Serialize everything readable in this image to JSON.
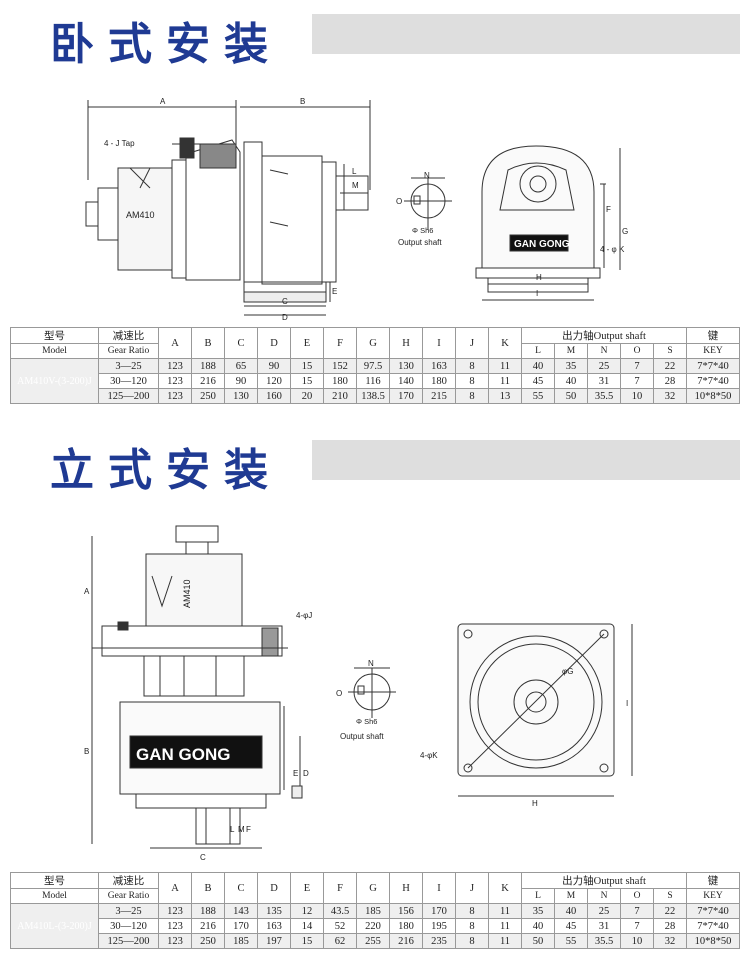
{
  "section1": {
    "title": "卧式安装"
  },
  "section2": {
    "title": "立式安装"
  },
  "drawing1": {
    "body_label": "AM410",
    "tap_label": "4 - J Tap",
    "shaft_caption": "Output shaft",
    "shaft_fit": "Φ Sh6",
    "foot_hole": "4 - φ K",
    "brand": "GAN GONG",
    "dims": [
      "A",
      "B",
      "C",
      "D",
      "E",
      "F",
      "G",
      "H",
      "I",
      "L",
      "M",
      "N",
      "O"
    ]
  },
  "drawing2": {
    "body_label": "AM410",
    "flange_hole": "4-φJ",
    "shaft_caption": "Output shaft",
    "shaft_fit": "Φ Sh6",
    "corner_hole": "4-φK",
    "pcd_label": "φG",
    "brand": "GAN GONG",
    "dims": [
      "A",
      "B",
      "C",
      "D",
      "E",
      "F",
      "H",
      "I",
      "L",
      "M",
      "N",
      "O"
    ]
  },
  "table1": {
    "model_label": "型号",
    "model_label_en": "Model",
    "ratio_label": "减速比",
    "ratio_label_en": "Gear Ratio",
    "columns": [
      "A",
      "B",
      "C",
      "D",
      "E",
      "F",
      "G",
      "H",
      "I",
      "J",
      "K"
    ],
    "shaft_label": "出力轴Output shaft",
    "shaft_columns": [
      "L",
      "M",
      "N",
      "O",
      "S"
    ],
    "key_label": "键",
    "key_label_en": "KEY",
    "model": "AM410V-(3-200)J",
    "rows": [
      [
        "3—25",
        "123",
        "188",
        "65",
        "90",
        "15",
        "152",
        "97.5",
        "130",
        "163",
        "8",
        "11",
        "40",
        "35",
        "25",
        "7",
        "22",
        "7*7*40"
      ],
      [
        "30—120",
        "123",
        "216",
        "90",
        "120",
        "15",
        "180",
        "116",
        "140",
        "180",
        "8",
        "11",
        "45",
        "40",
        "31",
        "7",
        "28",
        "7*7*40"
      ],
      [
        "125—200",
        "123",
        "250",
        "130",
        "160",
        "20",
        "210",
        "138.5",
        "170",
        "215",
        "8",
        "13",
        "55",
        "50",
        "35.5",
        "10",
        "32",
        "10*8*50"
      ]
    ]
  },
  "table2": {
    "model_label": "型号",
    "model_label_en": "Model",
    "ratio_label": "减速比",
    "ratio_label_en": "Gear Ratio",
    "columns": [
      "A",
      "B",
      "C",
      "D",
      "E",
      "F",
      "G",
      "H",
      "I",
      "J",
      "K"
    ],
    "shaft_label": "出力轴Output shaft",
    "shaft_columns": [
      "L",
      "M",
      "N",
      "O",
      "S"
    ],
    "key_label": "键",
    "key_label_en": "KEY",
    "model": "AM410L-(3-200)J",
    "rows": [
      [
        "3—25",
        "123",
        "188",
        "143",
        "135",
        "12",
        "43.5",
        "185",
        "156",
        "170",
        "8",
        "11",
        "35",
        "40",
        "25",
        "7",
        "22",
        "7*7*40"
      ],
      [
        "30—120",
        "123",
        "216",
        "170",
        "163",
        "14",
        "52",
        "220",
        "180",
        "195",
        "8",
        "11",
        "40",
        "45",
        "31",
        "7",
        "28",
        "7*7*40"
      ],
      [
        "125—200",
        "123",
        "250",
        "185",
        "197",
        "15",
        "62",
        "255",
        "216",
        "235",
        "8",
        "11",
        "50",
        "55",
        "35.5",
        "10",
        "32",
        "10*8*50"
      ]
    ]
  }
}
